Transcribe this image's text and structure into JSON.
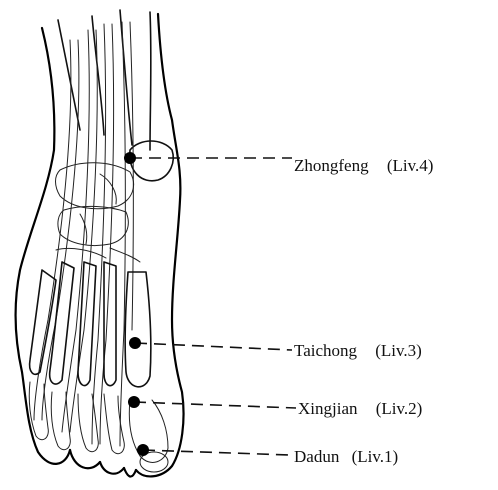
{
  "points": [
    {
      "id": "zhongfeng",
      "name": "Zhongfeng",
      "code": "(Liv.4)"
    },
    {
      "id": "taichong",
      "name": "Taichong",
      "code": "(Liv.3)"
    },
    {
      "id": "xingjian",
      "name": "Xingjian",
      "code": "(Liv.2)"
    },
    {
      "id": "dadun",
      "name": "Dadun",
      "code": "(Liv.1)"
    }
  ],
  "colors": {
    "ink": "#000000",
    "background": "#ffffff"
  }
}
